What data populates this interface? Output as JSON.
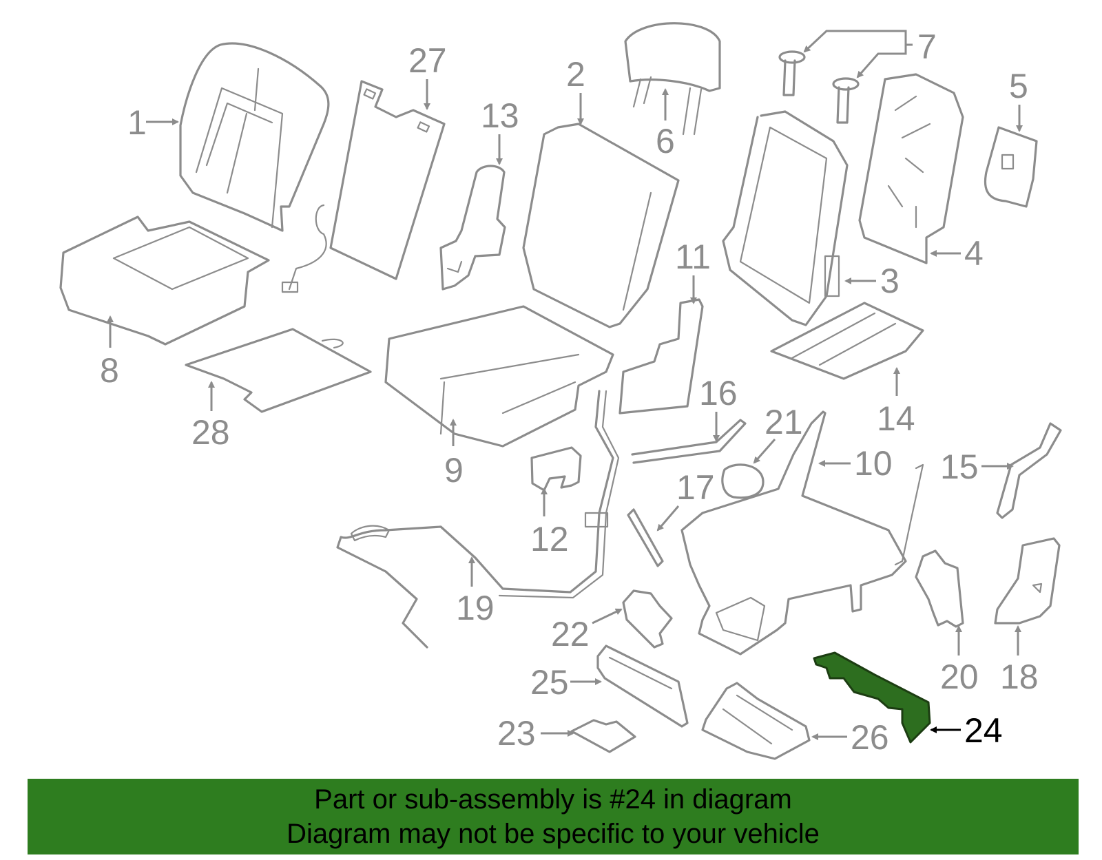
{
  "diagram": {
    "callouts": [
      "1",
      "27",
      "2",
      "13",
      "6",
      "7",
      "5",
      "4",
      "3",
      "8",
      "28",
      "9",
      "11",
      "16",
      "21",
      "10",
      "14",
      "15",
      "12",
      "17",
      "19",
      "22",
      "25",
      "23",
      "26",
      "20",
      "18"
    ],
    "highlighted_callout": "24",
    "highlight_color": "#2e7d1f"
  },
  "banner": {
    "line1": "Part or sub-assembly is #24 in diagram",
    "line2": "Diagram may not be specific to your vehicle"
  }
}
